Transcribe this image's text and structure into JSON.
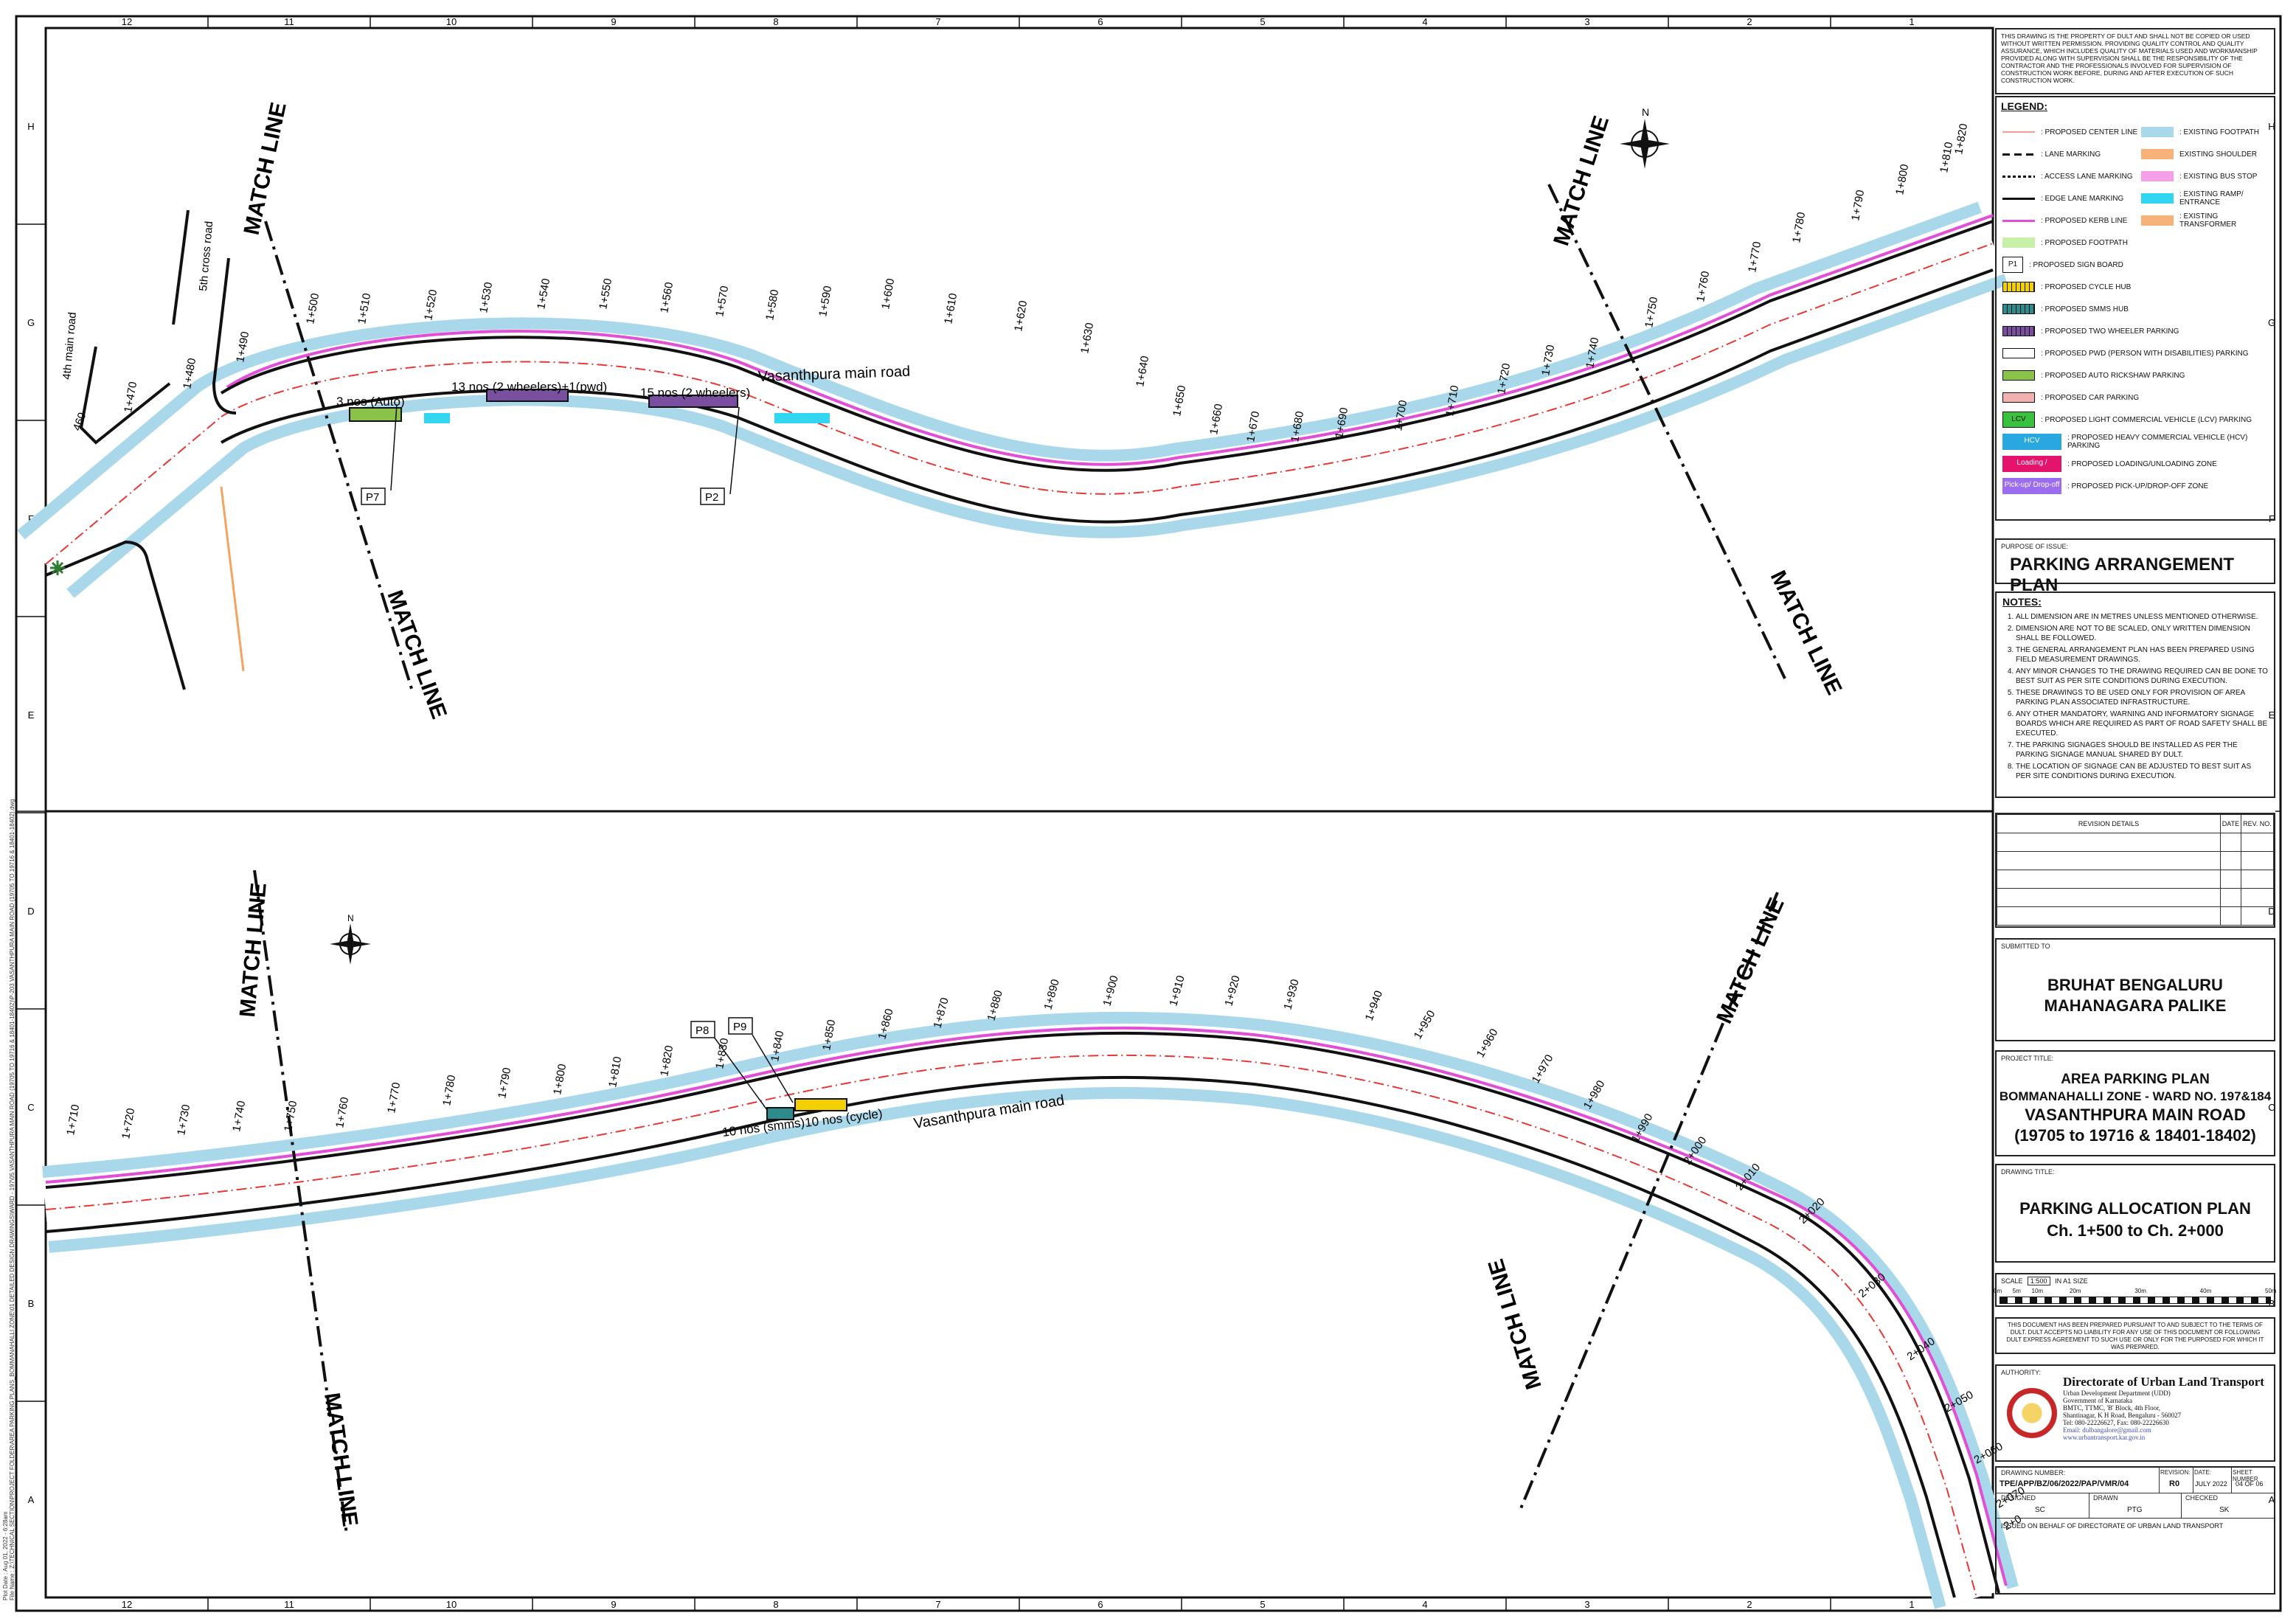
{
  "grid": {
    "columns": [
      "12",
      "11",
      "10",
      "9",
      "8",
      "7",
      "6",
      "5",
      "4",
      "3",
      "2",
      "1"
    ],
    "rows": [
      "H",
      "G",
      "F",
      "E",
      "D",
      "C",
      "B",
      "A"
    ]
  },
  "colors": {
    "centerline": "#e53935",
    "road_edge": "#111111",
    "kerb": "#e04fd6",
    "footpath": "#a9d8ea",
    "cycle_hub": "#f4d000",
    "two_wheeler": "#7a4fa0",
    "auto_rickshaw": "#8bc34a",
    "bus_stop": "#f3a0e8",
    "ramp": "#33d6f0",
    "shoulder": "#f7b27a",
    "hcv": "#29a8e0",
    "loading": "#e4136b",
    "pickup": "#9b6bf0",
    "lcv": "#39c23d",
    "proposed_footpath": "#c8f0a8"
  },
  "top_plan": {
    "road_name": "Vasanthpura main road",
    "chainages": [
      "1+470",
      "1+480",
      "1+490",
      "1+500",
      "1+510",
      "1+520",
      "1+530",
      "1+540",
      "1+550",
      "1+560",
      "1+570",
      "1+580",
      "1+590",
      "1+600",
      "1+610",
      "1+620",
      "1+630",
      "1+640",
      "1+650",
      "1+660",
      "1+670",
      "1+680",
      "1+690",
      "1+700",
      "1+710",
      "1+720",
      "1+730",
      "1+740",
      "1+750",
      "1+760",
      "1+770",
      "1+780",
      "1+790",
      "1+800",
      "1+810",
      "1+820"
    ],
    "side_roads": [
      "4th main road",
      "5th cross road"
    ],
    "match_line": "MATCH LINE",
    "parking_labels": [
      "3 nos (Auto)",
      "13 nos (2 wheelers)+1(pwd)",
      "15 nos (2 wheelers)"
    ],
    "sign_boards": [
      "P7",
      "P2"
    ],
    "partial_label": "460"
  },
  "bottom_plan": {
    "road_name": "Vasanthpura main road",
    "chainages": [
      "1+710",
      "1+720",
      "1+730",
      "1+740",
      "1+750",
      "1+760",
      "1+770",
      "1+780",
      "1+790",
      "1+800",
      "1+810",
      "1+820",
      "1+830",
      "1+840",
      "1+850",
      "1+860",
      "1+870",
      "1+880",
      "1+890",
      "1+900",
      "1+910",
      "1+920",
      "1+930",
      "1+940",
      "1+950",
      "1+960",
      "1+970",
      "1+980",
      "1+990",
      "2+000",
      "2+010",
      "2+020",
      "2+030",
      "2+040",
      "2+050",
      "2+060",
      "2+070",
      "2+0"
    ],
    "match_line": "MATCH LINE",
    "parking_labels": [
      "10 nos (smms)",
      "10 nos (cycle)"
    ],
    "sign_boards": [
      "P8",
      "P9"
    ]
  },
  "title_block": {
    "disclaimer": "THIS DRAWING IS THE PROPERTY OF DULT AND SHALL NOT BE COPIED OR USED WITHOUT WRITTEN PERMISSION. PROVIDING QUALITY CONTROL AND QUALITY ASSURANCE, WHICH INCLUDES QUALITY OF MATERIALS USED AND WORKMANSHIP PROVIDED ALONG WITH SUPERVISION SHALL BE THE RESPONSIBILITY OF THE CONTRACTOR AND THE PROFESSIONALS INVOLVED FOR SUPERVISION OF CONSTRUCTION WORK BEFORE, DURING AND AFTER EXECUTION OF SUCH CONSTRUCTION WORK.",
    "legend_title": "LEGEND:",
    "legend_left": [
      ": PROPOSED CENTER LINE",
      ": LANE MARKING",
      ": ACCESS LANE MARKING",
      ": EDGE LANE MARKING",
      ": PROPOSED KERB LINE",
      ": PROPOSED FOOTPATH",
      ": PROPOSED SIGN BOARD",
      ": PROPOSED CYCLE HUB",
      ": PROPOSED SMMS HUB",
      ": PROPOSED TWO WHEELER PARKING",
      ": PROPOSED PWD (PERSON WITH DISABILITIES) PARKING",
      ": PROPOSED AUTO RICKSHAW PARKING",
      ": PROPOSED CAR PARKING",
      ": PROPOSED LIGHT COMMERCIAL VEHICLE (LCV) PARKING",
      ": PROPOSED HEAVY COMMERCIAL VEHICLE (HCV) PARKING",
      ": PROPOSED LOADING/UNLOADING ZONE",
      ": PROPOSED PICK-UP/DROP-OFF ZONE"
    ],
    "legend_right": [
      ": EXISTING FOOTPATH",
      "EXISTING SHOULDER",
      ": EXISTING BUS STOP",
      ": EXISTING RAMP/ ENTRANCE",
      ": EXISTING TRANSFORMER"
    ],
    "legend_swatch_text": {
      "sign": "P1",
      "lcv": "LCV",
      "hcv": "HCV",
      "loading": "Loading / Unloading",
      "pickup": "Pick-up/ Drop-off"
    },
    "purpose_label": "PURPOSE OF ISSUE:",
    "purpose": "PARKING ARRANGEMENT PLAN",
    "notes_title": "NOTES:",
    "notes": [
      "ALL DIMENSION ARE IN METRES UNLESS MENTIONED OTHERWISE.",
      "DIMENSION ARE NOT TO BE SCALED, ONLY WRITTEN DIMENSION SHALL BE FOLLOWED.",
      "THE GENERAL ARRANGEMENT PLAN HAS BEEN PREPARED USING FIELD MEASUREMENT DRAWINGS.",
      "ANY MINOR CHANGES TO THE DRAWING REQUIRED CAN BE DONE TO BEST SUIT AS PER SITE CONDITIONS DURING EXECUTION.",
      "THESE DRAWINGS TO BE USED ONLY FOR PROVISION OF AREA PARKING PLAN ASSOCIATED INFRASTRUCTURE.",
      "ANY OTHER MANDATORY, WARNING AND INFORMATORY SIGNAGE BOARDS WHICH ARE REQUIRED AS PART OF ROAD SAFETY SHALL BE EXECUTED.",
      "THE PARKING SIGNAGES SHOULD BE INSTALLED AS PER THE PARKING SIGNAGE MANUAL SHARED BY DULT.",
      "THE LOCATION OF SIGNAGE CAN BE ADJUSTED TO BEST SUIT AS PER SITE CONDITIONS DURING EXECUTION."
    ],
    "revision_header": [
      "REVISION DETAILS",
      "DATE",
      "REV. NO."
    ],
    "submitted_label": "SUBMITTED TO",
    "submitted_to": [
      "BRUHAT BENGALURU",
      "MAHANAGARA PALIKE"
    ],
    "project_label": "PROJECT TITLE:",
    "project_title": [
      "AREA PARKING PLAN",
      "BOMMANAHALLI ZONE - WARD NO. 197&184",
      "VASANTHPURA MAIN ROAD",
      "(19705 to 19716 & 18401-18402)"
    ],
    "drawing_label": "DRAWING TITLE:",
    "drawing_title": [
      "PARKING ALLOCATION PLAN",
      "Ch. 1+500 to Ch. 2+000"
    ],
    "scale_label": "SCALE",
    "scale_value": "1:500",
    "scale_size": "IN A1 SIZE",
    "scale_ticks": [
      "0m",
      "5m",
      "10m",
      "20m",
      "30m",
      "40m",
      "50m"
    ],
    "liability": "THIS DOCUMENT HAS BEEN PREPARED PURSUANT TO AND SUBJECT TO THE TERMS OF DULT. DULT ACCEPTS NO LIABILITY FOR ANY USE OF THIS DOCUMENT OR FOLLOWING DULT EXPRESS AGREEMENT TO SUCH USE OR ONLY FOR THE PURPOSED FOR WHICH IT WAS PREPARED.",
    "authority_label": "AUTHORITY:",
    "authority_name": "Directorate of Urban Land Transport",
    "authority_lines": [
      "Urban Development Department (UDD)",
      "Government of Karnataka",
      "BMTC, TTMC, 'B' Block, 4th Floor,",
      "Shantinagar, K H Road, Bengaluru - 560027",
      "Tel: 080-22226627, Fax: 080-22226630",
      "Email: dulbangalore@gmail.com",
      "www.urbantransport.kar.gov.in"
    ],
    "drawing_number_label": "DRAWING NUMBER:",
    "drawing_number": "TPE/APP/BZ/06/2022/PAP/VMR/04",
    "revision_label": "REVISION:",
    "revision": "R0",
    "date_label": "DATE:",
    "date": "JULY 2022",
    "sheet_label": "SHEET NUMBER",
    "sheet": "04 OF 06",
    "designed_label": "DESIGNED",
    "designed": "SC",
    "drawn_label": "DRAWN",
    "drawn": "PTG",
    "checked_label": "CHECKED",
    "checked": "SK",
    "issued": "ISSUED ON BEHALF OF DIRECTORATE OF URBAN LAND TRANSPORT"
  },
  "margin_text": {
    "plot_date": "Aug 01, 2022 - 6:28am",
    "file_path": "Z:\\TECHNICAL SECTION\\PROJECT FOLDER\\AREA PARKING PLANS_BOMMANAHALLI ZONE\\01 DETAILED DESIGN DRAWINGS\\WARD - 197\\05 VASANTHPURA MAIN ROAD (19705 TO 19716 & 18401-18402)\\P-203 VASANTHPURA MAIN ROAD (19705 TO 19716 & 18401-18402).dwg",
    "plot_label": "Plot Date :",
    "file_label": "File Name :"
  }
}
